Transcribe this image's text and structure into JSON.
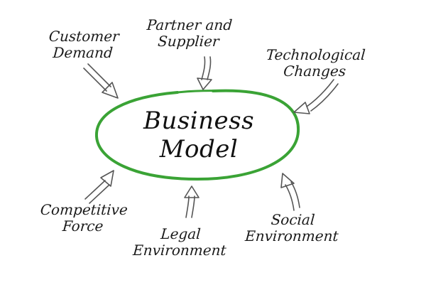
{
  "colors": {
    "accent": "#3aa335",
    "ink": "#1a1a1a",
    "arrow": "#555555"
  },
  "center": {
    "line1": "Business",
    "line2": "Model"
  },
  "factors": {
    "customer_demand": {
      "line1": "Customer",
      "line2": "Demand"
    },
    "partner_supplier": {
      "line1": "Partner and",
      "line2": "Supplier"
    },
    "technological_changes": {
      "line1": "Technological",
      "line2": "Changes"
    },
    "competitive_force": {
      "line1": "Competitive",
      "line2": "Force"
    },
    "legal_environment": {
      "line1": "Legal",
      "line2": "Environment"
    },
    "social_environment": {
      "line1": "Social",
      "line2": "Environment"
    }
  }
}
